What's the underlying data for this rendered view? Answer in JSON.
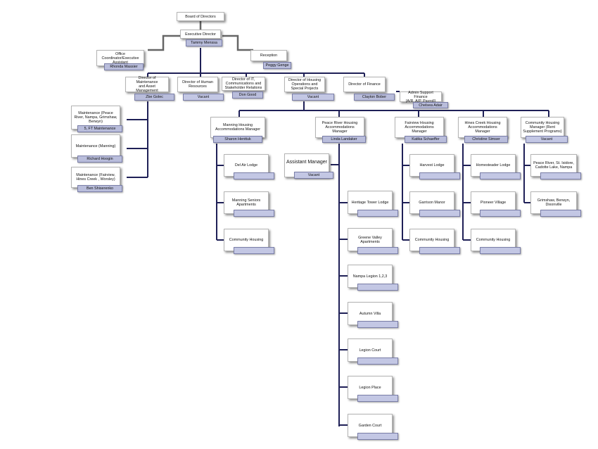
{
  "board": "Board  of  Directors",
  "exec": {
    "title": "Executive   Director",
    "name": "Tammy   Menssa"
  },
  "office": {
    "title": "Office\nCoordinator/Executive\nAssistant",
    "name": "Rhonda   Massier"
  },
  "reception": {
    "title": "Reception",
    "name": "Peggy  Genge"
  },
  "dir_maint": {
    "title": "Director of Maintenance\nand  Asset Management",
    "name": "Zbe Golec"
  },
  "dir_hr": {
    "title": "Director of Human\nResources",
    "name": "Vacant"
  },
  "dir_it": {
    "title": "Director of IT,\nCommunications  and\nStakeholder  Relations",
    "name": "Don Good"
  },
  "dir_housing": {
    "title": "Director of Housing\nOperations  and\nSpecial Projects",
    "name": "Vacant"
  },
  "dir_finance": {
    "title": "Director of Finance",
    "name": "Clayton  Bober"
  },
  "admin_finance": {
    "title": "Admin  Support Finance\n(A/R, A/P, Payroll)",
    "name": "Chelsea  Adair"
  },
  "maint": [
    {
      "title": "Maintenance  (Peace\nRiver,  Nampa,  Grimshaw,\nBerwyn)",
      "name": "5, FT Maintenance"
    },
    {
      "title": "Maintenance  (Manning)",
      "name": "Richard Hoogin"
    },
    {
      "title": "Maintenance  (Fairview,\nHines Creek ,  Worsley)",
      "name": "Ben Shiserenko"
    }
  ],
  "managers": [
    {
      "title": "Manning Housing\nAccommodations  Manager",
      "name": "Sharon  Henttuk"
    },
    {
      "title": "Peace  River Housing\nAccommodations  Manager",
      "name": "Linda  Landaker"
    },
    {
      "title": "Fairview  Housing\nAccommodations  Manager",
      "name": "Katika  Schaeffer"
    },
    {
      "title": "Hines Creek Housing\nAccommodations  Manager",
      "name": "Christine Simser"
    },
    {
      "title": "Community   Housing\nManager (Rent\nSupplement   Programs)",
      "name": "Vacant"
    }
  ],
  "assistant": {
    "title": "Assistant Manager",
    "name": "Vacant"
  },
  "manning_facilities": [
    "Del Air Lodge",
    "Manning Seniors\nApartments",
    "Community    Housing"
  ],
  "peace_facilities": [
    "Heritage  Tower Lodge",
    "Greene  Valley  Apartments",
    "Nampa  Legion  1,2,3",
    "Autumn   Villa",
    "Legion Court",
    "Legion Place",
    "Garden  Court"
  ],
  "fairview_facilities": [
    "Harvest  Lodge",
    "Garrison  Manor",
    "Community    Housing"
  ],
  "hines_facilities": [
    "Homesteader  Lodge",
    "Pioneer   Village",
    "Community    Housing"
  ],
  "community_facilities": [
    "Peace  River,  St. Isidore,\nCadotte  Lake,  Nampa",
    "Grimshaw,  Berwyn,\nDixonville"
  ],
  "colors": {
    "connector": "#1f2057",
    "connector_grey": "#666666",
    "name_tag": "#b9bddb"
  }
}
